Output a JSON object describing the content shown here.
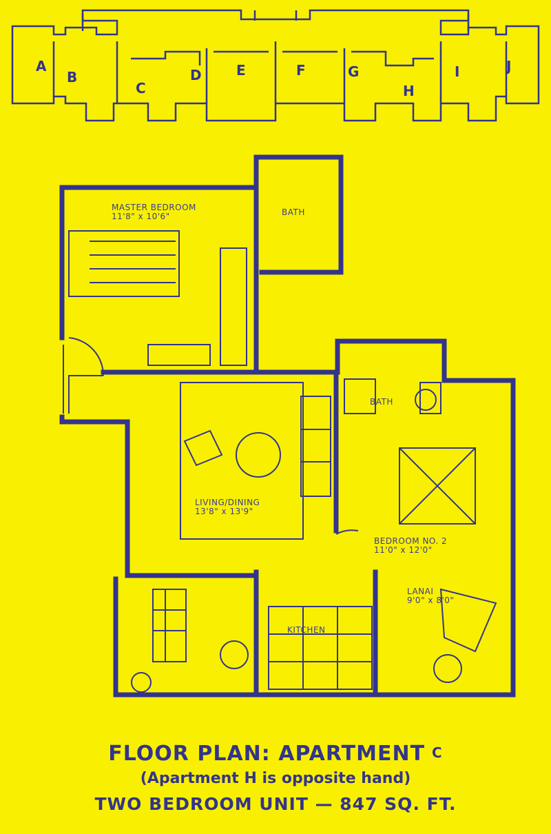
{
  "site_plan": {
    "units": [
      "A",
      "B",
      "C",
      "D",
      "E",
      "F",
      "G",
      "H",
      "I",
      "J"
    ]
  },
  "rooms": {
    "master_bedroom": {
      "name": "MASTER BEDROOM",
      "size": "11'8\" x 10'6\""
    },
    "master_bath": {
      "name": "BATH"
    },
    "bath2": {
      "name": "BATH"
    },
    "living": {
      "name": "LIVING/DINING",
      "size": "13'8\" x 13'9\""
    },
    "bedroom2": {
      "name": "BEDROOM NO. 2",
      "size": "11'0\" x 12'0\""
    },
    "lanai": {
      "name": "LANAI",
      "size": "9'0\" x 8'0\""
    },
    "kitchen": {
      "name": "KITCHEN"
    }
  },
  "caption": {
    "title": "FLOOR PLAN: APARTMENT",
    "title_unit": "C",
    "subtitle": "(Apartment H is opposite hand)",
    "summary": "TWO BEDROOM UNIT — 847 SQ. FT."
  },
  "colors": {
    "background": "#f8f000",
    "ink": "#33348c"
  }
}
